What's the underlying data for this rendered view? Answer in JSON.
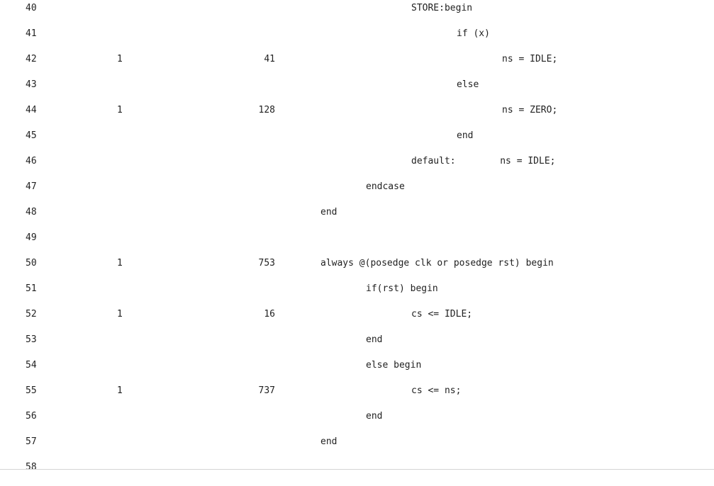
{
  "coverage_rows": [
    {
      "line": "40",
      "hits": "",
      "count": "",
      "indent": 2,
      "code": "STORE:begin"
    },
    {
      "line": "41",
      "hits": "",
      "count": "",
      "indent": 3,
      "code": "if (x)"
    },
    {
      "line": "42",
      "hits": "1",
      "count": "41",
      "indent": 4,
      "code": "ns = IDLE;"
    },
    {
      "line": "43",
      "hits": "",
      "count": "",
      "indent": 3,
      "code": "else"
    },
    {
      "line": "44",
      "hits": "1",
      "count": "128",
      "indent": 4,
      "code": "ns = ZERO;"
    },
    {
      "line": "45",
      "hits": "",
      "count": "",
      "indent": 3,
      "code": "end"
    },
    {
      "line": "46",
      "hits": "",
      "count": "",
      "indent": 2,
      "code": "default:        ns = IDLE;"
    },
    {
      "line": "47",
      "hits": "",
      "count": "",
      "indent": 1,
      "code": "endcase"
    },
    {
      "line": "48",
      "hits": "",
      "count": "",
      "indent": 0,
      "code": "end"
    },
    {
      "line": "49",
      "hits": "",
      "count": "",
      "indent": 0,
      "code": ""
    },
    {
      "line": "50",
      "hits": "1",
      "count": "753",
      "indent": 0,
      "code": "always @(posedge clk or posedge rst) begin"
    },
    {
      "line": "51",
      "hits": "",
      "count": "",
      "indent": 1,
      "code": "if(rst) begin"
    },
    {
      "line": "52",
      "hits": "1",
      "count": "16",
      "indent": 2,
      "code": "cs <= IDLE;"
    },
    {
      "line": "53",
      "hits": "",
      "count": "",
      "indent": 1,
      "code": "end"
    },
    {
      "line": "54",
      "hits": "",
      "count": "",
      "indent": 1,
      "code": "else begin"
    },
    {
      "line": "55",
      "hits": "1",
      "count": "737",
      "indent": 2,
      "code": "cs <= ns;"
    },
    {
      "line": "56",
      "hits": "",
      "count": "",
      "indent": 1,
      "code": "end"
    },
    {
      "line": "57",
      "hits": "",
      "count": "",
      "indent": 0,
      "code": "end"
    },
    {
      "line": "58",
      "hits": "",
      "count": "",
      "indent": 0,
      "code": ""
    }
  ]
}
